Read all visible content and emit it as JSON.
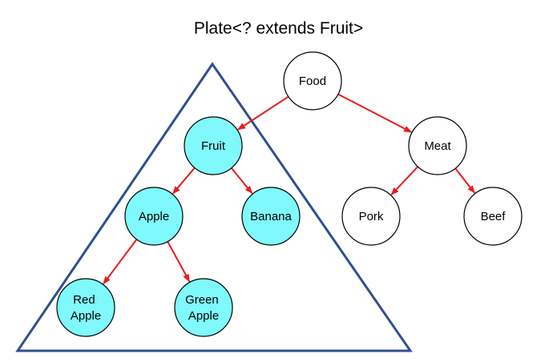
{
  "title": "Plate<? extends Fruit>",
  "colors": {
    "highlight_fill": "#7ff9fb",
    "plain_fill": "#ffffff",
    "edge": "#e81c1c",
    "triangle": "#2f4f8f"
  },
  "nodes": {
    "food": {
      "lines": [
        "Food"
      ],
      "highlighted": false
    },
    "fruit": {
      "lines": [
        "Fruit"
      ],
      "highlighted": true
    },
    "meat": {
      "lines": [
        "Meat"
      ],
      "highlighted": false
    },
    "apple": {
      "lines": [
        "Apple"
      ],
      "highlighted": true
    },
    "banana": {
      "lines": [
        "Banana"
      ],
      "highlighted": true
    },
    "pork": {
      "lines": [
        "Pork"
      ],
      "highlighted": false
    },
    "beef": {
      "lines": [
        "Beef"
      ],
      "highlighted": false
    },
    "red_apple": {
      "lines": [
        "Red",
        "Apple"
      ],
      "highlighted": true
    },
    "green_apple": {
      "lines": [
        "Green",
        "Apple"
      ],
      "highlighted": true
    }
  },
  "edges": [
    {
      "from": "food",
      "to": "fruit"
    },
    {
      "from": "food",
      "to": "meat"
    },
    {
      "from": "fruit",
      "to": "apple"
    },
    {
      "from": "fruit",
      "to": "banana"
    },
    {
      "from": "meat",
      "to": "pork"
    },
    {
      "from": "meat",
      "to": "beef"
    },
    {
      "from": "apple",
      "to": "red_apple"
    },
    {
      "from": "apple",
      "to": "green_apple"
    }
  ]
}
